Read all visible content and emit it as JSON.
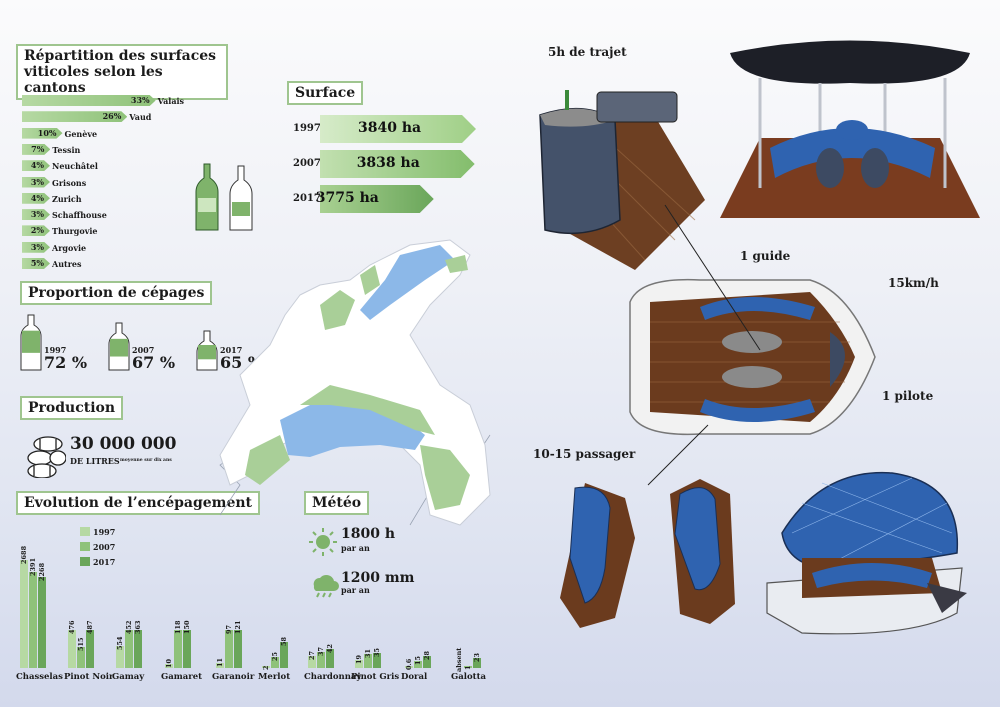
{
  "colors": {
    "light": "#b6d9a3",
    "mid": "#8fc27a",
    "dark": "#6aa65a",
    "water": "#8cb8e8",
    "map_green": "#a9cf98",
    "boat_blue": "#3d6fb0",
    "wood": "#7a4a2a"
  },
  "cantons": {
    "title": "Répartition des surfaces viticoles selon les cantons",
    "rows": [
      {
        "pct": "33%",
        "name": "Valais",
        "value": 33
      },
      {
        "pct": "26%",
        "name": "Vaud",
        "value": 26
      },
      {
        "pct": "10%",
        "name": "Genève",
        "value": 10
      },
      {
        "pct": "7%",
        "name": "Tessin",
        "value": 7
      },
      {
        "pct": "4%",
        "name": "Neuchâtel",
        "value": 4
      },
      {
        "pct": "3%",
        "name": "Grisons",
        "value": 3
      },
      {
        "pct": "4%",
        "name": "Zurich",
        "value": 4
      },
      {
        "pct": "3%",
        "name": "Schaffhouse",
        "value": 3
      },
      {
        "pct": "2%",
        "name": "Thurgovie",
        "value": 2
      },
      {
        "pct": "3%",
        "name": "Argovie",
        "value": 3
      },
      {
        "pct": "5%",
        "name": "Autres",
        "value": 5
      }
    ]
  },
  "surface": {
    "title": "Surface",
    "rows": [
      {
        "year": "1997",
        "value": "3840 ha",
        "num": 3840
      },
      {
        "year": "2007",
        "value": "3838 ha",
        "num": 3838
      },
      {
        "year": "2017",
        "value": "3775 ha",
        "num": 3775
      }
    ]
  },
  "cepages": {
    "title": "Proportion de cépages",
    "items": [
      {
        "year": "1997",
        "pct": "72 %",
        "value": 72
      },
      {
        "year": "2007",
        "pct": "67 %",
        "value": 67
      },
      {
        "year": "2017",
        "pct": "65 %",
        "value": 65
      }
    ]
  },
  "production": {
    "title": "Production",
    "amount": "30 000 000",
    "unit": "DE LITRES",
    "note": "moyenne sur dix ans"
  },
  "meteo": {
    "title": "Météo",
    "sun_value": "1800 h",
    "sun_unit": "par an",
    "rain_value": "1200 mm",
    "rain_unit": "par an"
  },
  "chart_data": {
    "type": "bar",
    "title": "Evolution de l’encépagement",
    "series": [
      {
        "name": "1997",
        "values": [
          2688,
          476,
          554,
          10,
          11,
          2,
          27,
          19,
          0.6,
          null
        ]
      },
      {
        "name": "2007",
        "values": [
          2391,
          515,
          452,
          118,
          97,
          25,
          37,
          31,
          15,
          1
        ]
      },
      {
        "name": "2017",
        "values": [
          2268,
          487,
          363,
          150,
          121,
          58,
          42,
          35,
          28,
          23
        ]
      }
    ],
    "categories": [
      "Chasselas",
      "Pinot Noir",
      "Gamay",
      "Gamaret",
      "Garanoir",
      "Merlot",
      "Chardonnay",
      "Pinot Gris",
      "Doral",
      "Galotta"
    ],
    "value_labels": [
      [
        "2688",
        "2391",
        "2268"
      ],
      [
        "476",
        "515",
        "487"
      ],
      [
        "554",
        "452",
        "363"
      ],
      [
        "10",
        "118",
        "150"
      ],
      [
        "11",
        "97",
        "121"
      ],
      [
        "2",
        "25",
        "58"
      ],
      [
        "27",
        "37",
        "42"
      ],
      [
        "19",
        "31",
        "35"
      ],
      [
        "0.6",
        "15",
        "28"
      ],
      [
        "absent",
        "1",
        "23"
      ]
    ]
  },
  "boat": {
    "trip": "5h de trajet",
    "guide": "1 guide",
    "speed": "15km/h",
    "pilot": "1 pilote",
    "passengers": "10-15 passager"
  }
}
